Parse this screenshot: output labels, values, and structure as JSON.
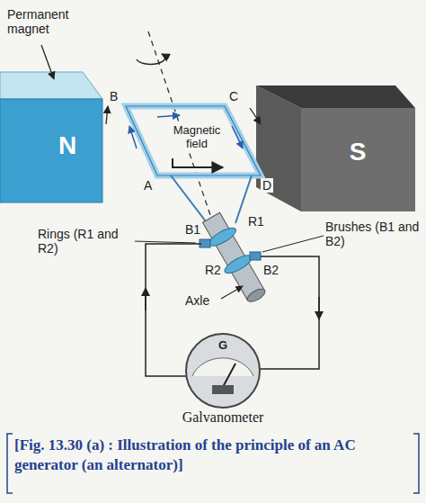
{
  "diagram": {
    "caption": "[Fig. 13.30 (a) : Illustration of the principle of an AC generator (an alternator)]",
    "nodes": [
      {
        "text": [
          "N"
        ]
      },
      {
        "text": [
          "S"
        ]
      },
      {
        "text": [
          "G",
          "Galvanometer"
        ]
      }
    ],
    "labels": [
      "Permanent magnet",
      "B",
      "C",
      "Magnetic field",
      "A",
      "D",
      "B1",
      "R1",
      "Rings (R1 and R2)",
      "R2",
      "B2",
      "Brushes (B1 and B2)",
      "Axle"
    ]
  }
}
